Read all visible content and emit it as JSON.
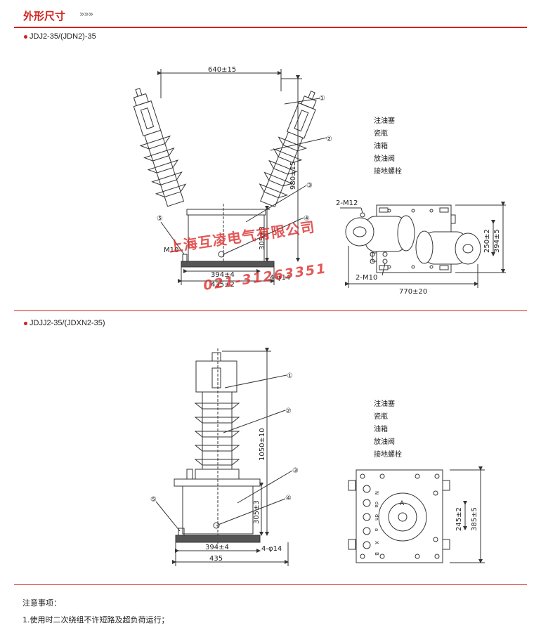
{
  "header": {
    "title": "外形尺寸",
    "arrows": "»»»"
  },
  "colors": {
    "accent": "#d0221c",
    "watermark": "#dc2828",
    "line": "#333333"
  },
  "section1": {
    "title": "JDJ2-35/(JDN2)-35",
    "dims": {
      "top_width": "640±15",
      "height": "980±15",
      "box_h": "305±3",
      "base1": "394±4",
      "base2": "435±2",
      "holes": "4-φ14",
      "bolt": "M10",
      "plan_w": "770±20",
      "plan_h1": "250±2",
      "plan_h2": "394±5",
      "m12": "2-M12",
      "m10": "2-M10"
    },
    "callouts": [
      "①",
      "②",
      "③",
      "④",
      "⑤"
    ],
    "legend": [
      "注油塞",
      "瓷瓶",
      "油箱",
      "放油阀",
      "接地螺栓"
    ]
  },
  "section2": {
    "title": "JDJJ2-35/(JDXN2-35)",
    "dims": {
      "height": "1050±10",
      "box_h": "305±3",
      "base1": "394±4",
      "base2": "435",
      "holes": "4-φ14",
      "plan_h1": "245±2",
      "plan_h2": "385±5"
    },
    "callouts": [
      "①",
      "②",
      "③",
      "④",
      "⑤"
    ],
    "legend": [
      "注油塞",
      "瓷瓶",
      "油箱",
      "放油阀",
      "接地螺栓"
    ],
    "terminals": [
      "N",
      "da",
      "dn",
      "a",
      "X",
      "A",
      "B"
    ]
  },
  "watermark": {
    "company": "上海互凌电气有限公司",
    "phone": "021-31263351"
  },
  "notes": {
    "title": "注意事项：",
    "items": [
      "1.使用时二次绕组不许短路及超负荷运行；"
    ]
  }
}
